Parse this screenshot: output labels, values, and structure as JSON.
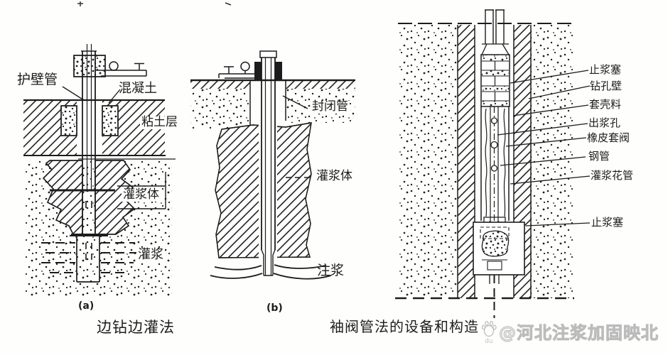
{
  "colors": {
    "ink": "#1c1c1c",
    "paper": "#fefefd",
    "watermark_outline": "#bcbcbc"
  },
  "figure_a": {
    "tag": "(a)",
    "caption": "边钻边灌法",
    "labels": {
      "casing_pipe": "护壁管",
      "concrete": "混凝土",
      "clay_layer": "粘土层",
      "grout_body": "灌浆体",
      "grouting": "灌浆"
    }
  },
  "figure_b": {
    "tag": "(b)",
    "labels": {
      "sealing_pipe": "封闭管",
      "grout_body": "灌浆体",
      "grout_injection": "注浆"
    }
  },
  "figure_c": {
    "caption": "袖阀管法的设备和构造",
    "labels": {
      "plug_top": "止浆塞",
      "borehole_wall": "钻孔壁",
      "sheath_material": "套壳料",
      "grout_outlet": "出浆孔",
      "rubber_sleeve_valve": "橡皮套阀",
      "steel_pipe": "钢管",
      "perforated_grout_pipe": "灌浆花管",
      "plug_bottom": "止浆塞"
    }
  },
  "watermark": {
    "logo_text": "du",
    "text": "@河北注浆加固映北"
  }
}
